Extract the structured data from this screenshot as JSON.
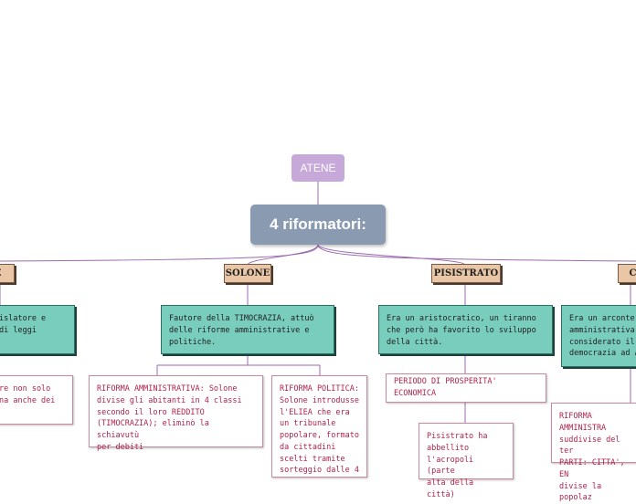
{
  "center": {
    "subtitle": "ATENE",
    "title": "4 riformatori:"
  },
  "reformers": [
    {
      "name": "NE",
      "description": "islatore e\ndi leggi",
      "notes": [
        "re non solo\nna anche dei"
      ]
    },
    {
      "name": "SOLONE",
      "description": "Fautore della TIMOCRAZIA, attuò\ndelle riforme amministrative e\npolitiche.",
      "notes": [
        "RIFORMA AMMINISTRATIVA: Solone\ndivise gli abitanti in 4 classi\nsecondo il loro REDDITO\n(TIMOCRAZIA); eliminò la schiavutù\nper debiti",
        "RIFORMA POLITICA:\nSolone introdusse\nl'ELIEA che era\nun tribunale\npopolare, formato\nda cittadini\nscelti tramite\nsorteggio dalle 4"
      ]
    },
    {
      "name": "PISISTRATO",
      "description": "Era un aristocratico, un tiranno\nche però ha favorito lo sviluppo\ndella città.",
      "notes": [
        "PERIODO DI PROSPERITA' ECONOMICA",
        "Pisistrato ha\nabbellito\nl'acropoli (parte\nalta della città)"
      ]
    },
    {
      "name": "CL",
      "description": "Era un arconte\namministrativa\nconsiderato il\ndemocrazia ad A",
      "notes": [
        "RIFORMA AMMINISTRA\nsuddivise del ter\nPARTI: CITTA', EN\ndivise la popolaz"
      ]
    }
  ]
}
